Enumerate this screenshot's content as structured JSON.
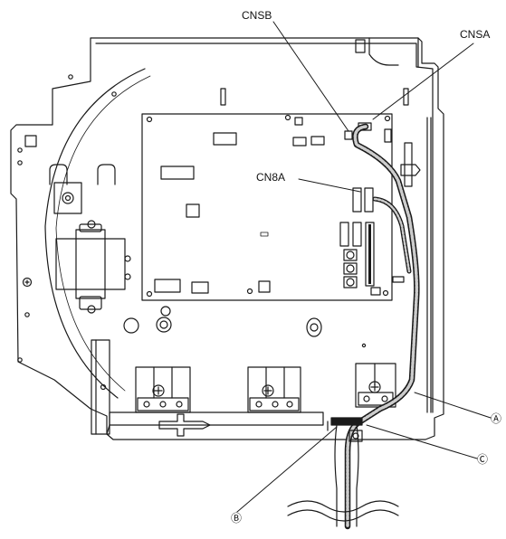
{
  "labels": {
    "cnsb": "CNSB",
    "cnsa": "CNSA",
    "cn8a": "CN8A",
    "a": "Ⓐ",
    "b": "Ⓑ",
    "c": "Ⓒ"
  },
  "colors": {
    "line": "#1a1a1a",
    "background": "#ffffff",
    "shade": "#cccccc"
  }
}
